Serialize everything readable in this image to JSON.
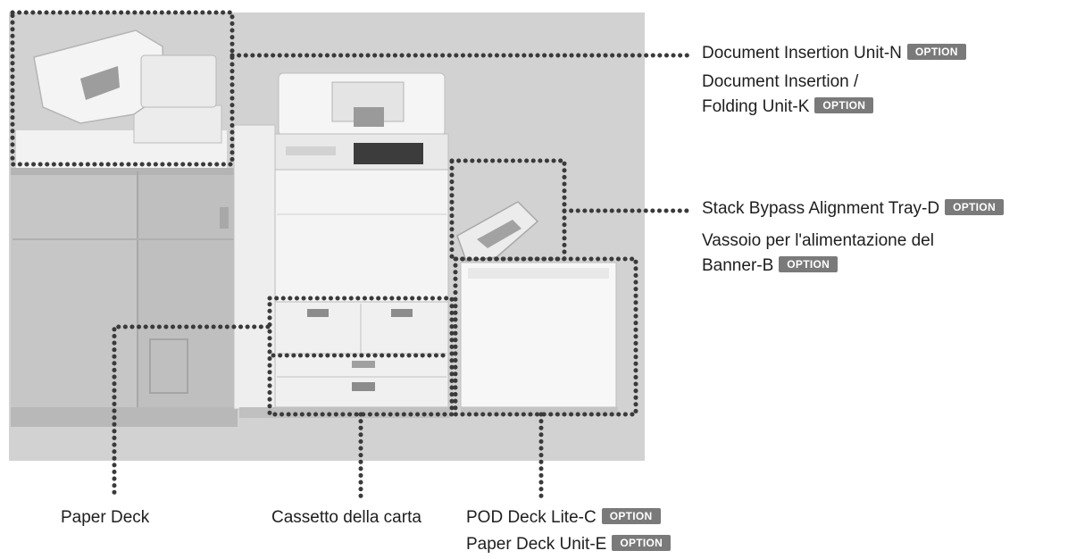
{
  "option_tag": "OPTION",
  "labels": {
    "document_insertion_unit": "Document Insertion Unit-N",
    "document_insertion_folding_line1": "Document Insertion /",
    "document_insertion_folding_line2": "Folding Unit-K",
    "stack_bypass": "Stack Bypass Alignment Tray-D",
    "banner_feed_line1": "Vassoio per l'alimentazione del",
    "banner_feed_line2": "Banner-B",
    "paper_deck": "Paper Deck",
    "paper_cassette": "Cassetto della carta",
    "pod_deck": "POD Deck Lite-C",
    "paper_deck_unit": "Paper Deck Unit-E"
  },
  "colors": {
    "photo_background": "#d3d3d3",
    "dotted_marker": "#3a3a3a",
    "option_badge": "#7a7a7a"
  }
}
